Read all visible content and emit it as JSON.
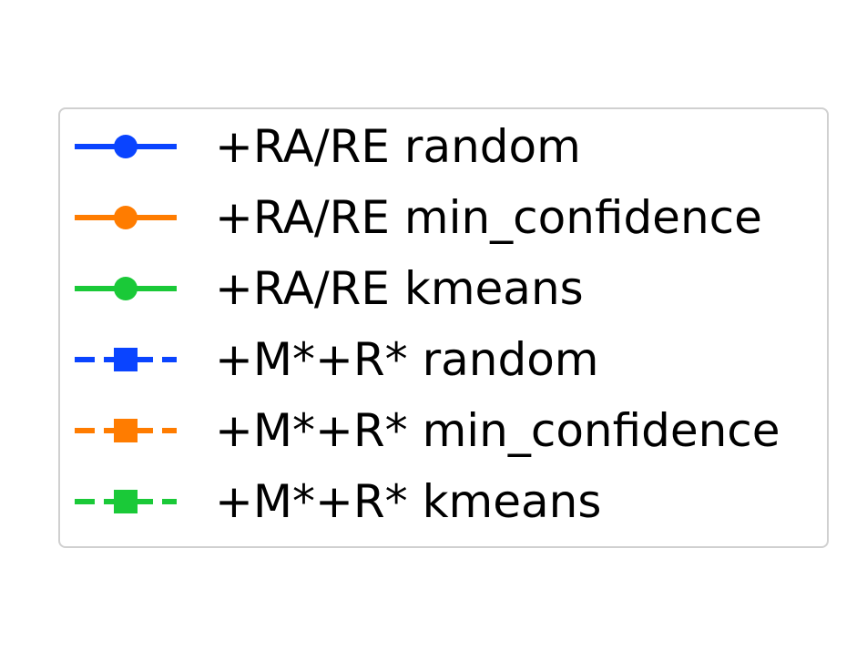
{
  "chart_data": {
    "type": "legend",
    "legend": [
      {
        "label": "+RA/RE random",
        "color": "#0a44ff",
        "linestyle": "solid",
        "marker": "circle"
      },
      {
        "label": "+RA/RE min_confidence",
        "color": "#ff7c00",
        "linestyle": "solid",
        "marker": "circle"
      },
      {
        "label": "+RA/RE kmeans",
        "color": "#1ac938",
        "linestyle": "solid",
        "marker": "circle"
      },
      {
        "label": "+M*+R* random",
        "color": "#0a44ff",
        "linestyle": "dashed",
        "marker": "square"
      },
      {
        "label": "+M*+R* min_confidence",
        "color": "#ff7c00",
        "linestyle": "dashed",
        "marker": "square"
      },
      {
        "label": "+M*+R* kmeans",
        "color": "#1ac938",
        "linestyle": "dashed",
        "marker": "square"
      }
    ]
  }
}
